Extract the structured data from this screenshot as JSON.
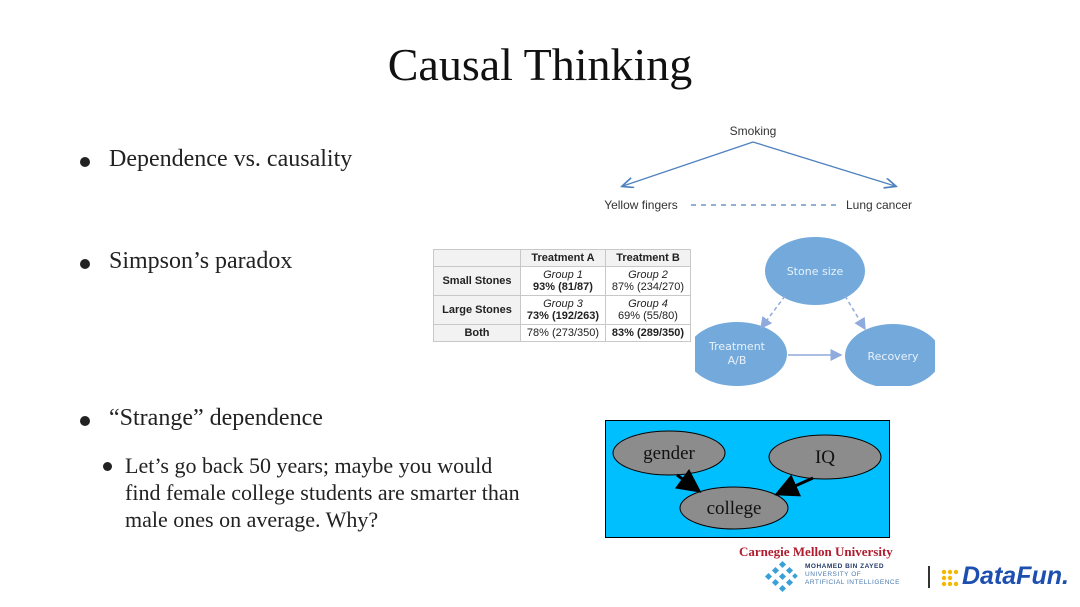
{
  "title": "Causal Thinking",
  "bullets": {
    "b1": "Dependence vs. causality",
    "b2": "Simpson’s paradox",
    "b3": "“Strange” dependence",
    "sub1_l1": "Let’s go back 50 years; maybe you would",
    "sub1_l2": "find female college students are smarter than",
    "sub1_l3": "male ones on average. Why?"
  },
  "diagram1": {
    "top": "Smoking",
    "left": "Yellow fingers",
    "right": "Lung cancer"
  },
  "table": {
    "headers": [
      "",
      "Treatment A",
      "Treatment B"
    ],
    "rows": [
      {
        "label": "Small Stones",
        "a_group": "Group 1",
        "a_val": "93% (81/87)",
        "b_group": "Group 2",
        "b_val": "87% (234/270)"
      },
      {
        "label": "Large Stones",
        "a_group": "Group 3",
        "a_val": "73% (192/263)",
        "b_group": "Group 4",
        "b_val": "69% (55/80)"
      },
      {
        "label": "Both",
        "a_val": "78% (273/350)",
        "b_val": "83% (289/350)"
      }
    ]
  },
  "diagram2": {
    "top": "Stone size",
    "left_l1": "Treatment",
    "left_l2": "A/B",
    "right": "Recovery"
  },
  "diagram3": {
    "gender": "gender",
    "iq": "IQ",
    "college": "college"
  },
  "logos": {
    "cmu": "Carnegie Mellon University",
    "mbz_l1": "MOHAMED BIN ZAYED",
    "mbz_l2": "UNIVERSITY OF",
    "mbz_l3": "ARTIFICIAL INTELLIGENCE",
    "datafun": "DataFun."
  },
  "colors": {
    "blue_node": "#5b9bd5",
    "cyan_box": "#00bfff",
    "gray_node": "#8c8c8c",
    "cmu_red": "#b01c2e"
  }
}
